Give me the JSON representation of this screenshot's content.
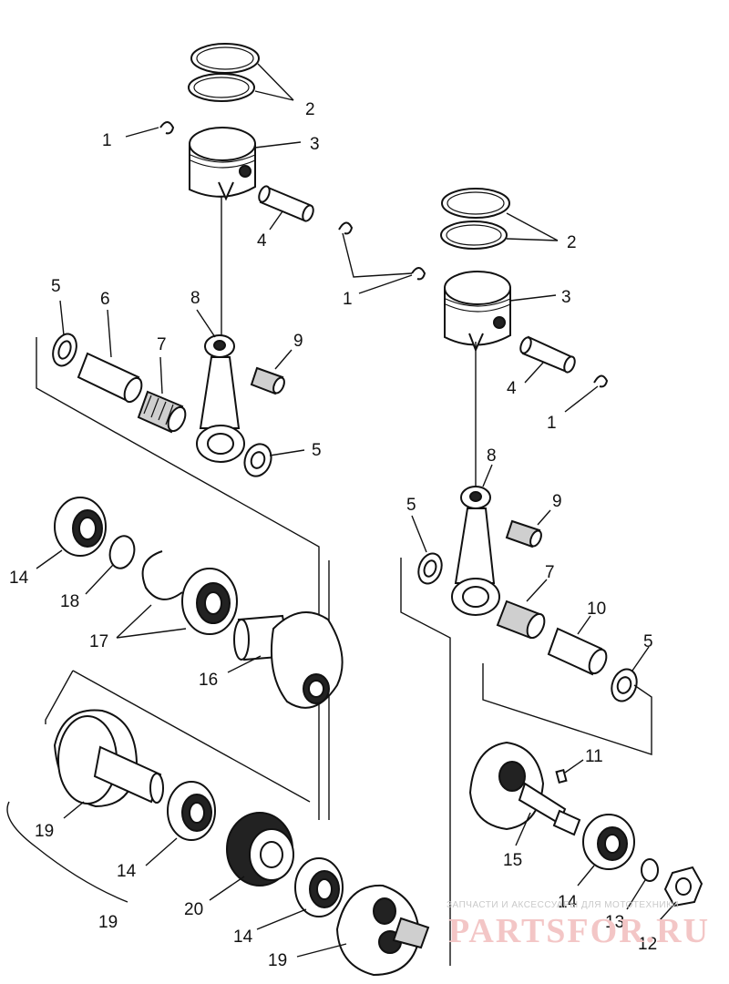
{
  "callouts": {
    "c1a": "1",
    "c2a": "2",
    "c3a": "3",
    "c4a": "4",
    "c5a": "5",
    "c6": "6",
    "c7a": "7",
    "c8a": "8",
    "c9a": "9",
    "c5b": "5",
    "c14a": "14",
    "c18": "18",
    "c17": "17",
    "c16": "16",
    "c19a": "19",
    "c14b": "14",
    "c20": "20",
    "c19b": "19",
    "c14c": "14",
    "c19c": "19",
    "c2b": "2",
    "c1b": "1",
    "c3b": "3",
    "c4b": "4",
    "c1c": "1",
    "c8b": "8",
    "c9b": "9",
    "c5c": "5",
    "c7b": "7",
    "c10": "10",
    "c5d": "5",
    "c11": "11",
    "c15": "15",
    "c14d": "14",
    "c13": "13",
    "c12": "12"
  },
  "watermark": {
    "tagline": "ЗАПЧАСТИ И АКСЕССУАРЫ ДЛЯ МОТОТЕХНИКИ",
    "brand": "PARTSFOR.RU"
  }
}
